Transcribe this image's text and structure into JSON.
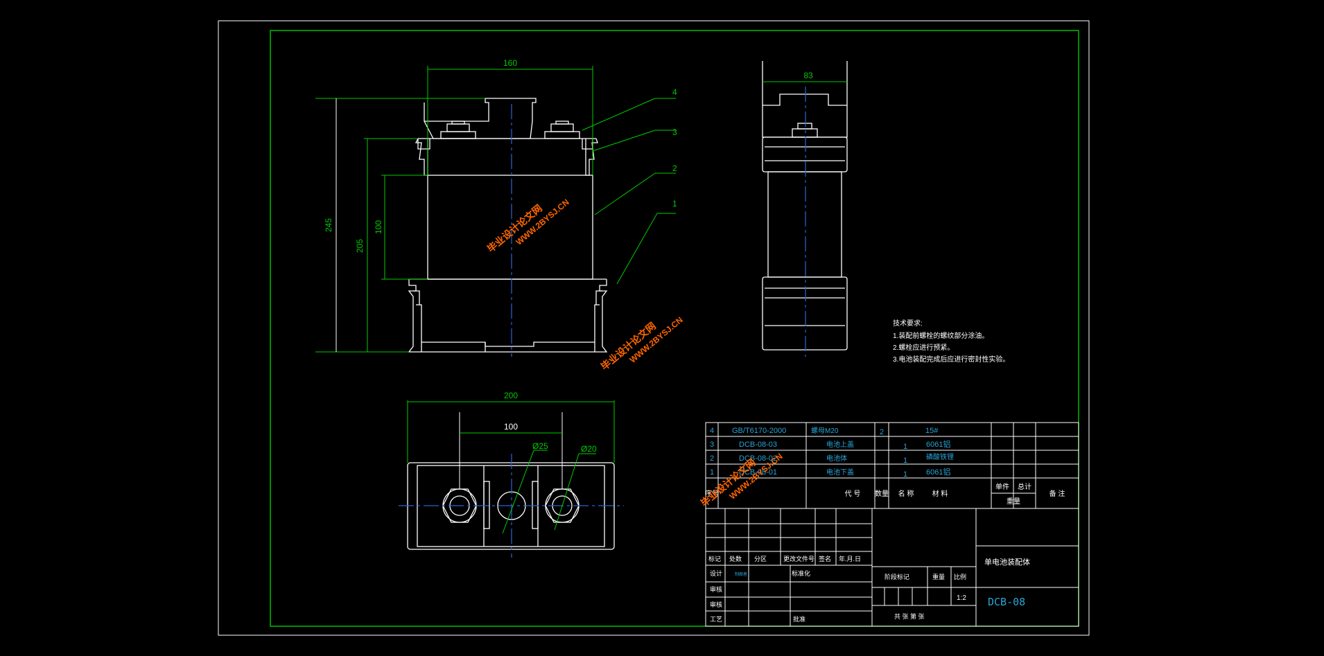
{
  "dims": {
    "front_width": "160",
    "front_height_total": "245",
    "front_height_body": "205",
    "front_height_mid": "100",
    "side_width": "83",
    "top_width": "200",
    "top_spacing": "100",
    "dia_center": "Ø25",
    "dia_terminal": "Ø20"
  },
  "balloons": [
    "4",
    "3",
    "2",
    "1"
  ],
  "watermark": {
    "cn": "毕业设计论文网",
    "url": "WWW.2BYSJ.CN"
  },
  "tech_notes": {
    "title": "技术要求:",
    "items": [
      "1.装配前螺栓的螺纹部分涂油。",
      "2.螺栓应进行预紧。",
      "3.电池装配完成后应进行密封性实验。"
    ]
  },
  "bom": {
    "rows": [
      {
        "no": "4",
        "code": "GB/T6170-2000",
        "name": "螺母M20",
        "qty": "2",
        "material": "15#"
      },
      {
        "no": "3",
        "code": "DCB-08-03",
        "name": "电池上盖",
        "qty": "1",
        "material": "6061铝"
      },
      {
        "no": "2",
        "code": "DCB-08-02",
        "name": "电池体",
        "qty": "1",
        "material": "磷酸铁锂"
      },
      {
        "no": "1",
        "code": "DCB-08-01",
        "name": "电池下盖",
        "qty": "1",
        "material": "6061铝"
      }
    ],
    "header": {
      "no": "序号",
      "code": "代 号",
      "name": "名 称",
      "qty": "数量",
      "material": "材 料",
      "single": "单件",
      "total": "总计",
      "weight": "重量",
      "remark": "备 注"
    }
  },
  "title_block": {
    "title": "单电池装配体",
    "drawing_no": "DCB-08",
    "scale_label": "比例",
    "scale": "1:2",
    "stage_label": "阶段标记",
    "weight_label": "重量",
    "sheet_text": "共 张 第 张",
    "sign_row": [
      "标记",
      "处数",
      "分区",
      "更改文件号",
      "签名",
      "年.月.日"
    ],
    "design_label": "设计",
    "designer": "制图者",
    "std_label": "标准化",
    "check_label": "审核",
    "process_label": "工艺",
    "approve_label": "批准"
  },
  "colors": {
    "white": "#ffffff",
    "green": "#00cc00",
    "blue": "#2b63d9",
    "cyan": "#2aa4d6",
    "orange": "#ff6600",
    "yellow": "#e8e800"
  }
}
